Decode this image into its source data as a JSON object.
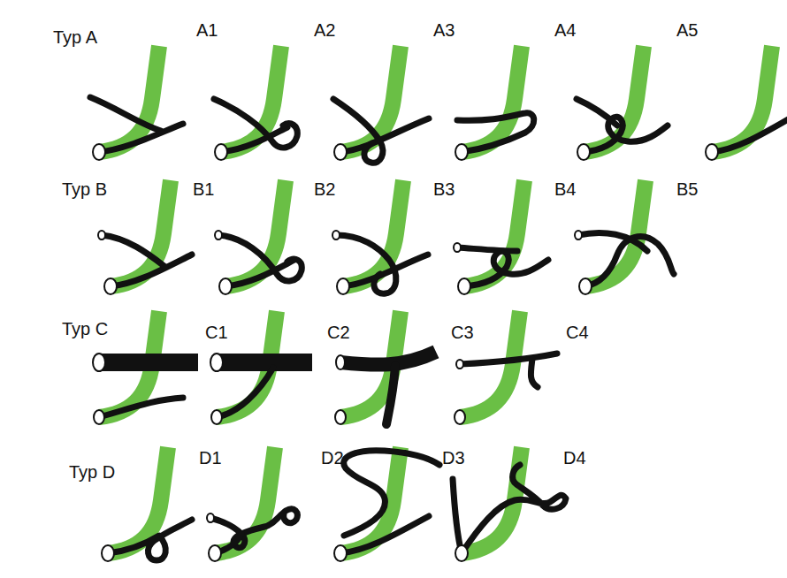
{
  "diagram": {
    "labels": [
      "Typ A",
      "A1",
      "A2",
      "A3",
      "A4",
      "A5",
      "Typ B",
      "B1",
      "B2",
      "B3",
      "B4",
      "B5",
      "Typ C",
      "C1",
      "C2",
      "C3",
      "C4",
      "Typ D",
      "D1",
      "D2",
      "D3",
      "D4"
    ]
  }
}
